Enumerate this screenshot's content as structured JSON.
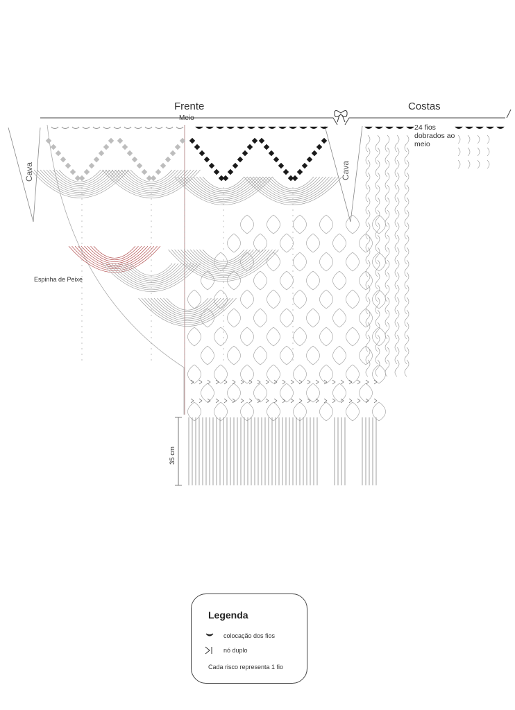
{
  "labels": {
    "frente": "Frente",
    "costas": "Costas",
    "meio": "Meio",
    "fios": "24 fios dobrados ao meio",
    "cava_left": "Cava",
    "cava_right": "Cava",
    "espinha": "Espinha de Peixe",
    "length": "35 cm"
  },
  "legend": {
    "title": "Legenda",
    "items": [
      {
        "icon": "thread-placement-icon",
        "label": "colocação dos fios"
      },
      {
        "icon": "double-knot-icon",
        "label": "nó duplo"
      }
    ],
    "note": "Cada risco representa 1 fio"
  },
  "colors": {
    "line": "#9a9a9a",
    "dark": "#1a1a1a",
    "gray_knot": "#bdbdbd",
    "espinha": "#b04a4a"
  },
  "icons": [
    "bow-icon",
    "thread-placement-icon",
    "double-knot-icon"
  ]
}
